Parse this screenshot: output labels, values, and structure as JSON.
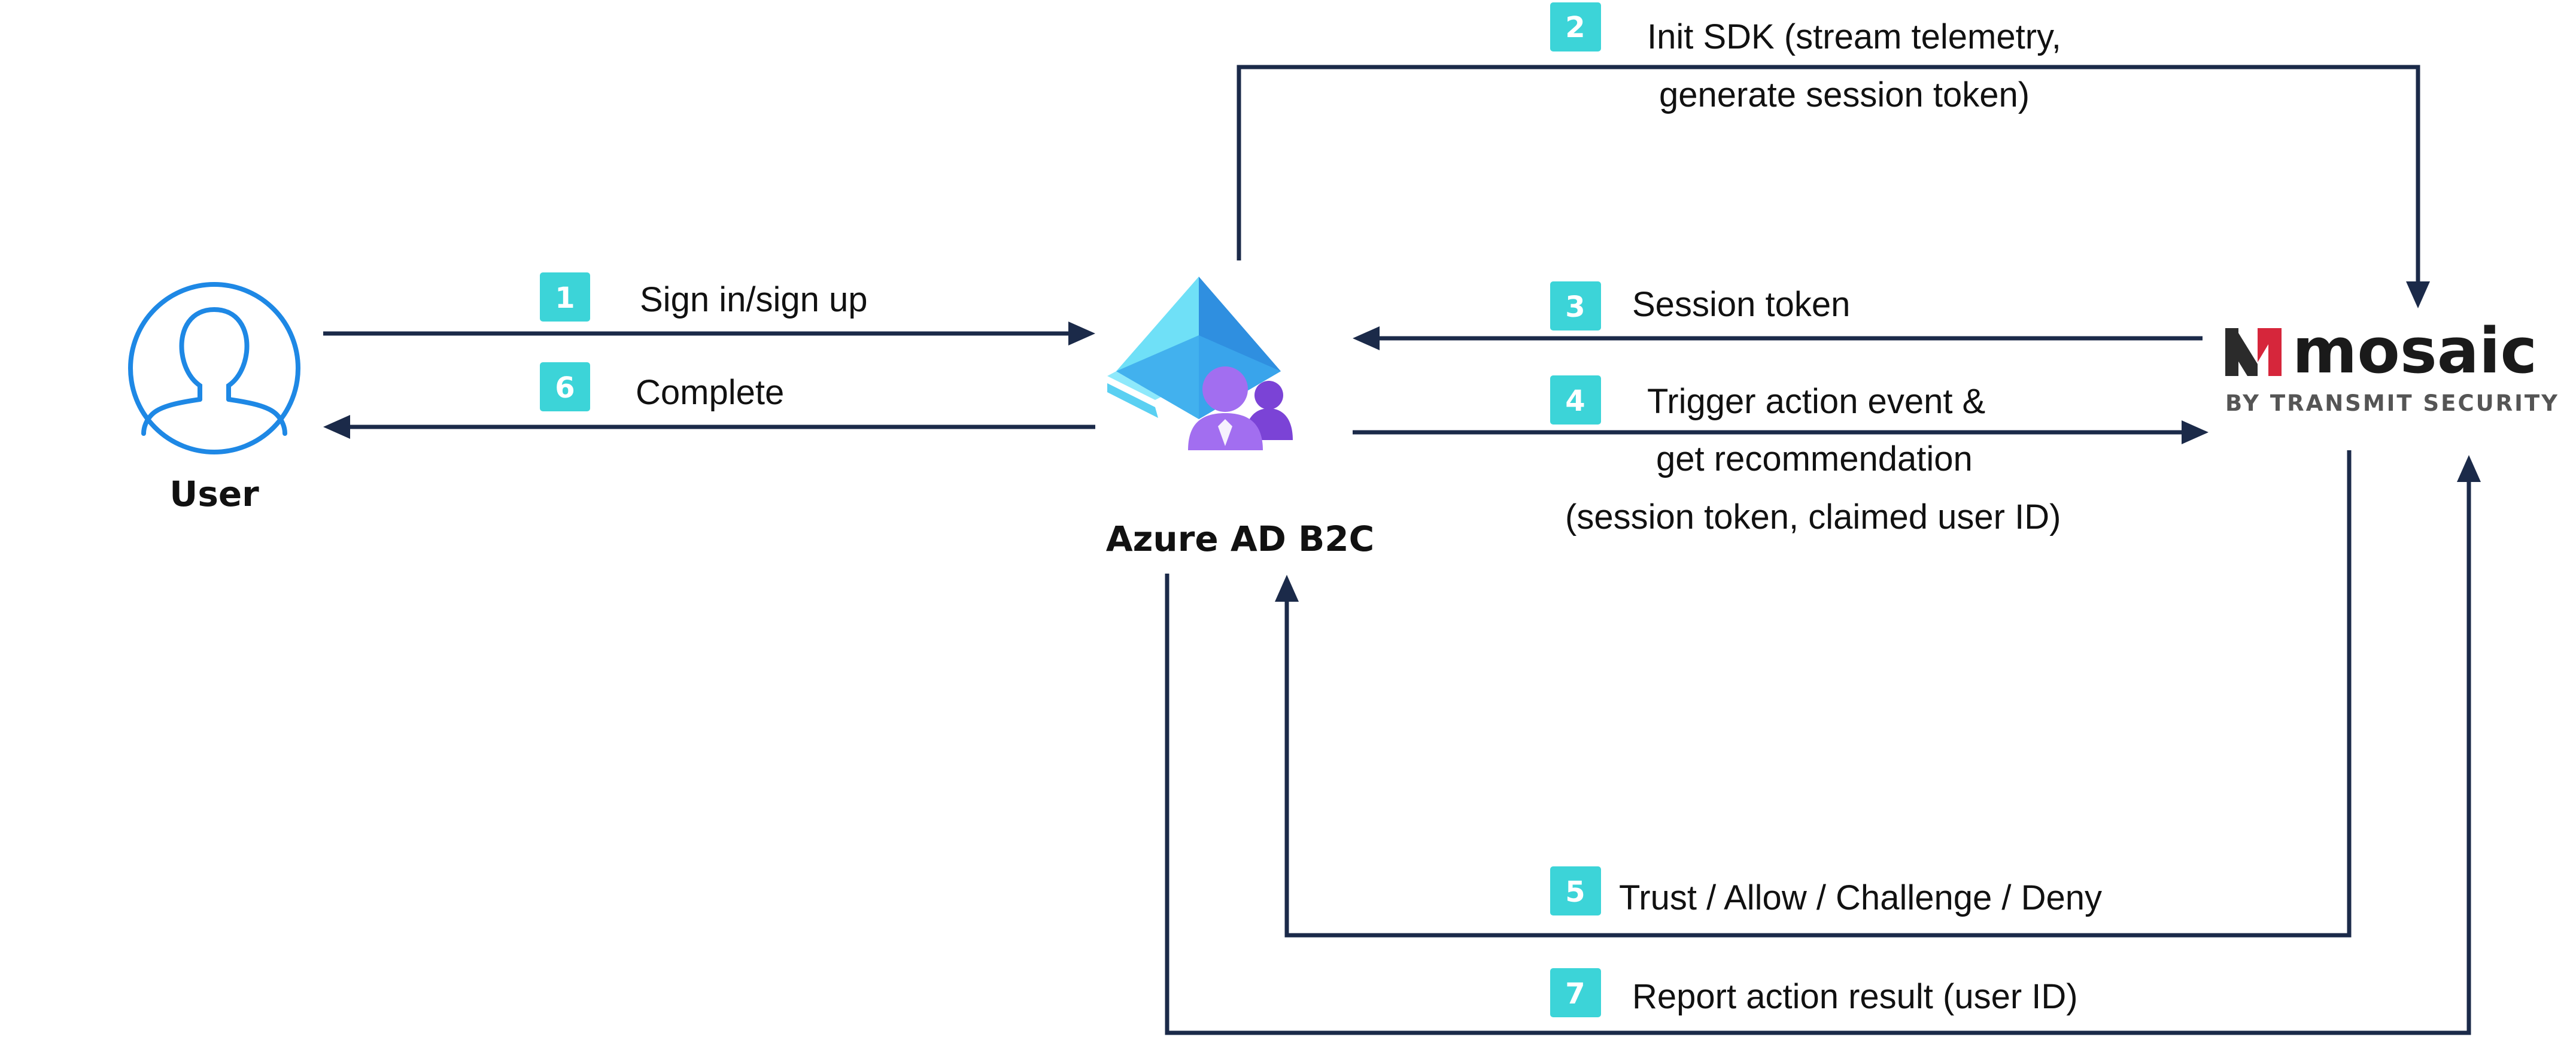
{
  "nodes": {
    "user": {
      "label": "User"
    },
    "azure": {
      "label": "Azure AD B2C"
    },
    "mosaic": {
      "brand": "mosaic",
      "tagline": "BY TRANSMIT SECURITY"
    }
  },
  "steps": [
    {
      "number": "1",
      "lines": [
        "Sign in/sign up"
      ]
    },
    {
      "number": "2",
      "lines": [
        "Init SDK (stream telemetry,",
        "generate session token)"
      ]
    },
    {
      "number": "3",
      "lines": [
        "Session token"
      ]
    },
    {
      "number": "4",
      "lines": [
        "Trigger action event &",
        "get recommendation",
        "(session token, claimed user ID)"
      ]
    },
    {
      "number": "5",
      "lines": [
        "Trust / Allow / Challenge / Deny"
      ]
    },
    {
      "number": "6",
      "lines": [
        "Complete"
      ]
    },
    {
      "number": "7",
      "lines": [
        "Report action result (user ID)"
      ]
    }
  ],
  "colors": {
    "line": "#1b2a49",
    "badge": "#3cd4d8",
    "user_icon": "#1e88e5",
    "azure_blue_light": "#6fe0f7",
    "azure_blue_dark": "#2f8fe0",
    "azure_purple": "#9a5de6",
    "mosaic_red": "#d6263b"
  },
  "icons": {
    "user": "user-circle-icon",
    "azure": "azure-ad-b2c-icon",
    "mosaic": "mosaic-logo-icon"
  }
}
